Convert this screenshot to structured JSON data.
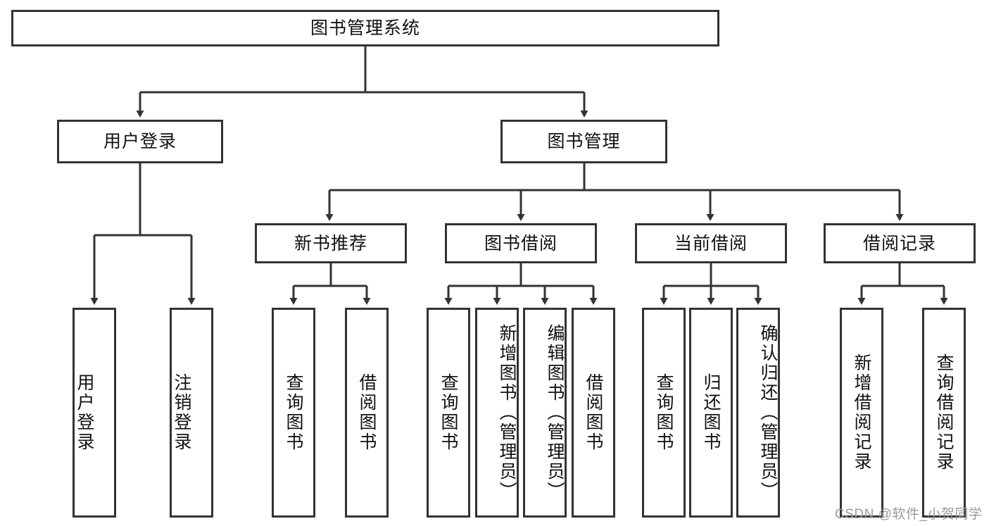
{
  "diagram": {
    "title": "图书管理系统",
    "root": {
      "label": "图书管理系统"
    },
    "level2": [
      {
        "label": "用户登录"
      },
      {
        "label": "图书管理"
      }
    ],
    "level3": [
      {
        "label": "新书推荐"
      },
      {
        "label": "图书借阅"
      },
      {
        "label": "当前借阅"
      },
      {
        "label": "借阅记录"
      }
    ],
    "leaves": {
      "user_login": [
        {
          "label": "用户登录"
        },
        {
          "label": "注销登录"
        }
      ],
      "new_book": [
        {
          "label": "查询图书"
        },
        {
          "label": "借阅图书"
        }
      ],
      "book_borrow": [
        {
          "label": "查询图书"
        },
        {
          "label": "新增图书（管理员）"
        },
        {
          "label": "编辑图书（管理员）"
        },
        {
          "label": "借阅图书"
        }
      ],
      "current_borrow": [
        {
          "label": "查询图书"
        },
        {
          "label": "归还图书"
        },
        {
          "label": "确认归还（管理员）"
        }
      ],
      "borrow_record": [
        {
          "label": "新增借阅记录"
        },
        {
          "label": "查询借阅记录"
        }
      ]
    }
  },
  "watermark": {
    "text": "CSDN @软件_小贺同学"
  },
  "colors": {
    "border": "#333333",
    "background": "#ffffff",
    "text": "#111111",
    "watermark": "#9a9a9a"
  }
}
